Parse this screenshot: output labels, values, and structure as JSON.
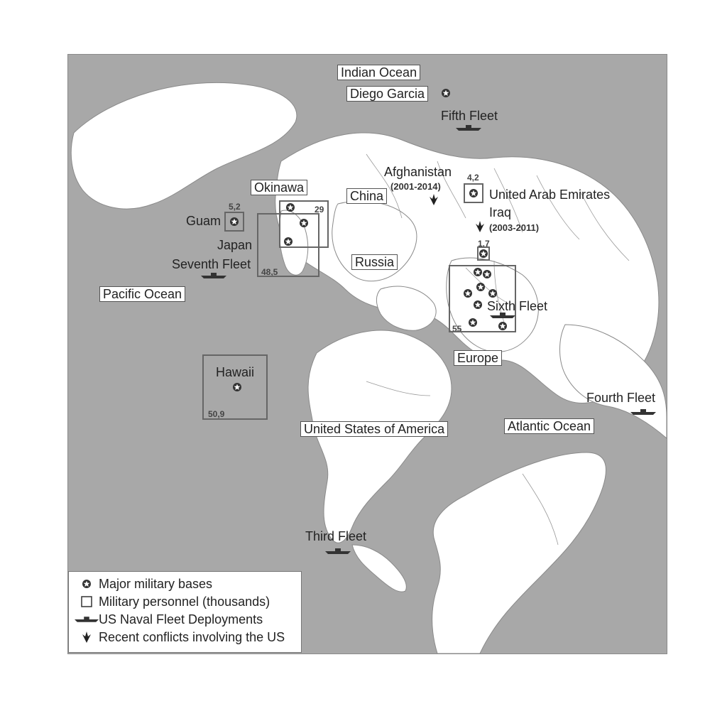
{
  "labels": {
    "indian_ocean": "Indian Ocean",
    "diego_garcia": "Diego Garcia",
    "fifth_fleet": "Fifth Fleet",
    "afghanistan": "Afghanistan",
    "afghanistan_years": "(2001-2014)",
    "uae": "United Arab Emirates",
    "uae_count": "4,2",
    "iraq": "Iraq",
    "iraq_years": "(2003-2011)",
    "okinawa": "Okinawa",
    "okinawa_count": "29",
    "china": "China",
    "guam": "Guam",
    "guam_count": "5,2",
    "japan": "Japan",
    "japan_count": "48,5",
    "seventh_fleet": "Seventh Fleet",
    "pacific_ocean": "Pacific Ocean",
    "russia": "Russia",
    "turkey_count": "1,7",
    "sixth_fleet": "Sixth Fleet",
    "europe_count": "55",
    "europe": "Europe",
    "hawaii": "Hawaii",
    "hawaii_count": "50,9",
    "fourth_fleet": "Fourth Fleet",
    "usa": "United States of America",
    "atlantic_ocean": "Atlantic Ocean",
    "third_fleet": "Third Fleet"
  },
  "legend": {
    "bases": "Major military bases",
    "personnel": "Military personnel (thousands)",
    "fleet": "US Naval Fleet Deployments",
    "conflicts": "Recent conflicts involving the US"
  },
  "colors": {
    "ocean": "#a8a8a8",
    "land": "#ffffff",
    "symbol": "#333333"
  },
  "icons": {
    "base": "star-in-circle-icon",
    "fleet": "ship-icon",
    "conflict": "explosion-icon"
  }
}
